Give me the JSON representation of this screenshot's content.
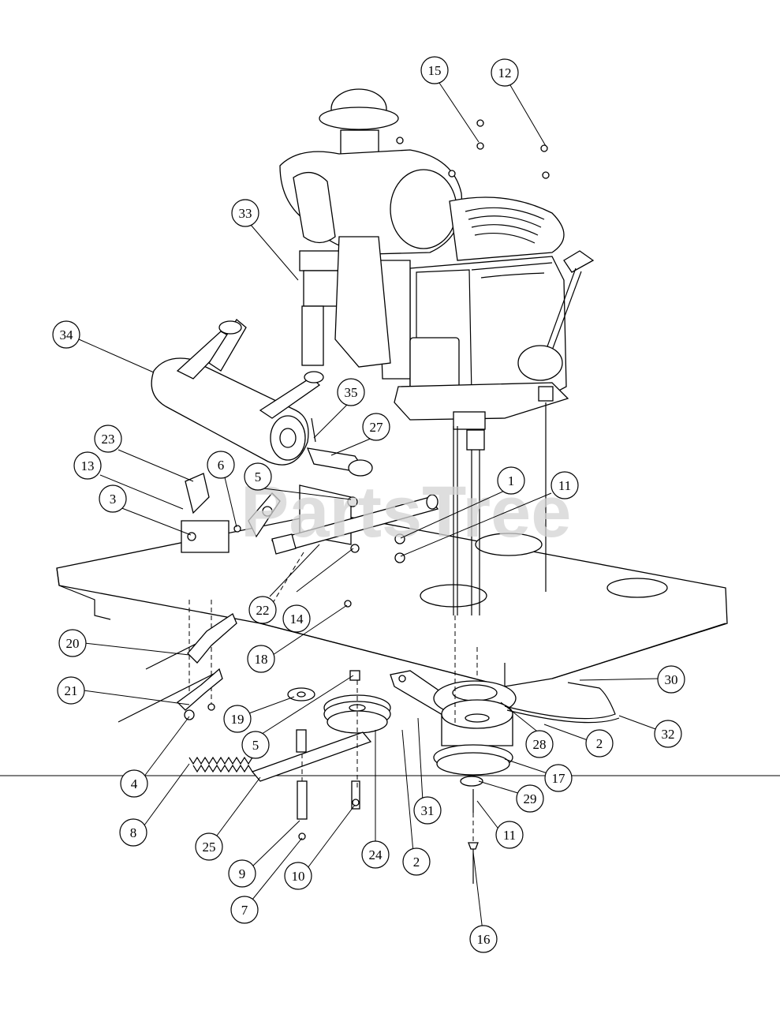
{
  "watermark": "PartsTree",
  "callouts": [
    {
      "label": "15"
    },
    {
      "label": "12"
    },
    {
      "label": "33"
    },
    {
      "label": "34"
    },
    {
      "label": "35"
    },
    {
      "label": "27"
    },
    {
      "label": "23"
    },
    {
      "label": "13"
    },
    {
      "label": "6"
    },
    {
      "label": "5"
    },
    {
      "label": "3"
    },
    {
      "label": "1"
    },
    {
      "label": "11"
    },
    {
      "label": "22"
    },
    {
      "label": "14"
    },
    {
      "label": "20"
    },
    {
      "label": "18"
    },
    {
      "label": "21"
    },
    {
      "label": "19"
    },
    {
      "label": "5"
    },
    {
      "label": "30"
    },
    {
      "label": "32"
    },
    {
      "label": "28"
    },
    {
      "label": "2"
    },
    {
      "label": "4"
    },
    {
      "label": "17"
    },
    {
      "label": "29"
    },
    {
      "label": "8"
    },
    {
      "label": "25"
    },
    {
      "label": "31"
    },
    {
      "label": "11"
    },
    {
      "label": "9"
    },
    {
      "label": "24"
    },
    {
      "label": "2"
    },
    {
      "label": "10"
    },
    {
      "label": "7"
    },
    {
      "label": "16"
    }
  ]
}
